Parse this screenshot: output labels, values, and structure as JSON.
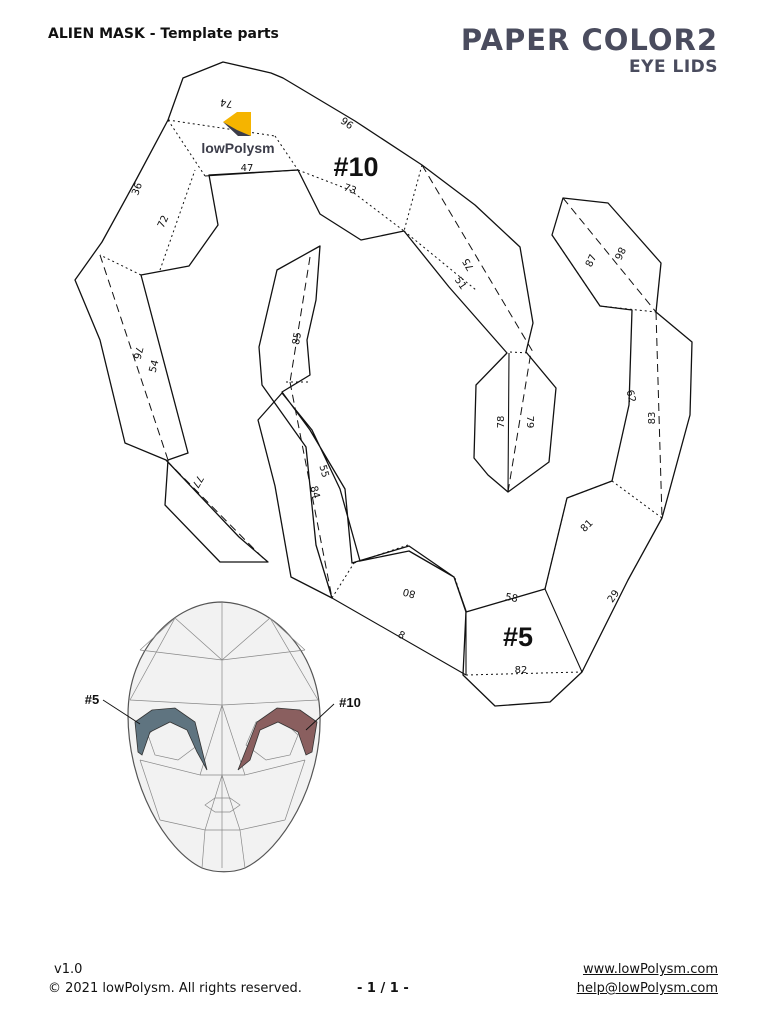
{
  "header": {
    "title": "ALIEN MASK - Template parts",
    "heading": "PAPER COLOR2",
    "subheading": "EYE LIDS"
  },
  "logo": {
    "text": "lowPolysm",
    "accent_color": "#f5b400"
  },
  "parts": [
    {
      "id": "#10",
      "color": "#8a5f5f"
    },
    {
      "id": "#5",
      "color": "#5f7480"
    }
  ],
  "edge_numbers": [
    "74",
    "96",
    "36",
    "47",
    "73",
    "72",
    "75",
    "51",
    "76",
    "54",
    "85",
    "78",
    "79",
    "77",
    "55",
    "84",
    "87",
    "86",
    "83",
    "62",
    "81",
    "80",
    "58",
    "8",
    "82",
    "29"
  ],
  "footer": {
    "version": "v1.0",
    "copyright": "© 2021 lowPolysm. All rights reserved.",
    "page": "- 1 / 1 -",
    "website": "www.lowPolysm.com",
    "email": "help@lowPolysm.com"
  }
}
